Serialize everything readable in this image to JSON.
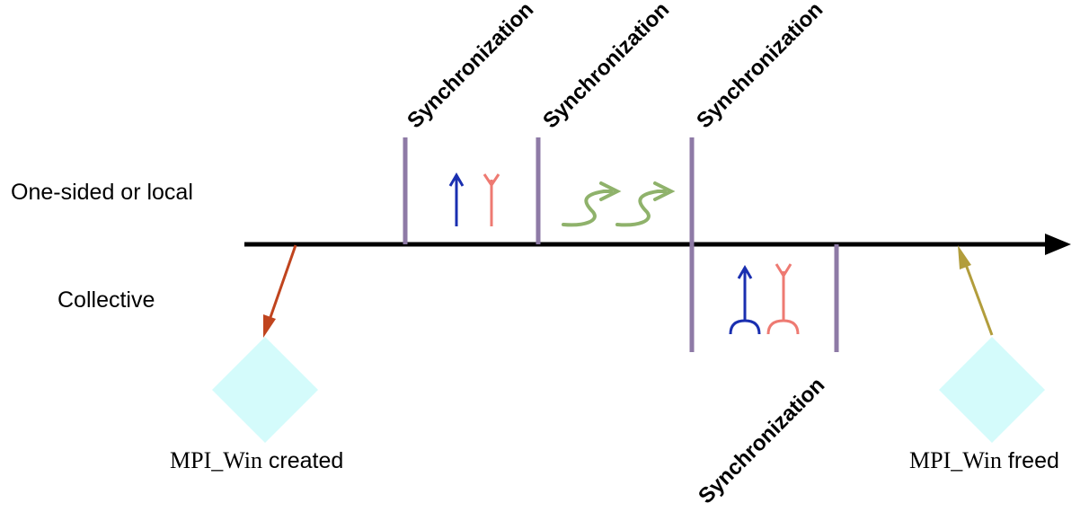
{
  "rows": {
    "one_sided": "One-sided or local",
    "collective": "Collective"
  },
  "sync_labels": [
    "Synchronization",
    "Synchronization",
    "Synchronization",
    "Synchronization"
  ],
  "events": {
    "created": {
      "name": "MPI_Win",
      "suffix": " created"
    },
    "freed": {
      "name": "MPI_Win",
      "suffix": " freed"
    }
  },
  "colors": {
    "timeline": "#000000",
    "sync_bar": "#8e7aa6",
    "put_arrow": "#1a2fb0",
    "get_arrow": "#ee7a72",
    "accumulate_arrow": "#8fb26b",
    "create_arrow": "#c0441e",
    "free_arrow": "#b29d3c",
    "window_diamond": "#d4fbfb"
  }
}
